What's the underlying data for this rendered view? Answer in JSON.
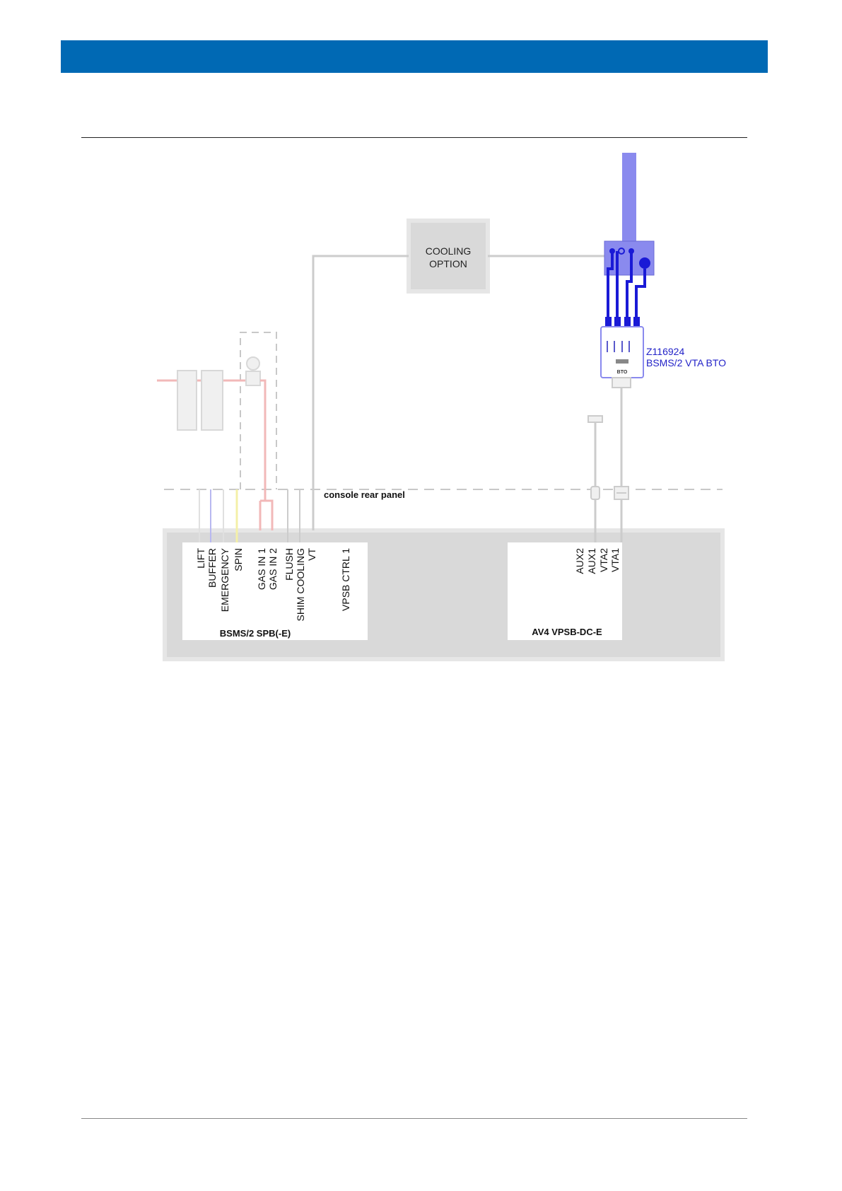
{
  "cooling_option": {
    "line1": "COOLING",
    "line2": "OPTION"
  },
  "bto_module": {
    "part_number": "Z116924",
    "name": "BSMS/2 VTA BTO",
    "device_text": "BTO"
  },
  "console": {
    "rear_panel_label": "console rear panel"
  },
  "spb_board": {
    "title": "BSMS/2 SPB(-E)",
    "ports": [
      "LIFT",
      "BUFFER",
      "EMERGENCY",
      "SPIN",
      "GAS IN 1",
      "GAS IN 2",
      "FLUSH",
      "SHIM COOLING",
      "VT",
      "VPSB CTRL 1"
    ]
  },
  "vpsb_board": {
    "title": "AV4 VPSB-DC-E",
    "ports": [
      "AUX2",
      "AUX1",
      "VTA2",
      "VTA1"
    ]
  },
  "colors": {
    "header": "#0069b4",
    "probe": "#8a8aee",
    "cable_blue": "#1a1ad6",
    "label_blue": "#2323c8",
    "pneumatic_red": "#f2b8b8",
    "buffer_line": "#b8b8f0",
    "spin_line": "#f4f0a8",
    "gray_line": "#cccccc"
  }
}
